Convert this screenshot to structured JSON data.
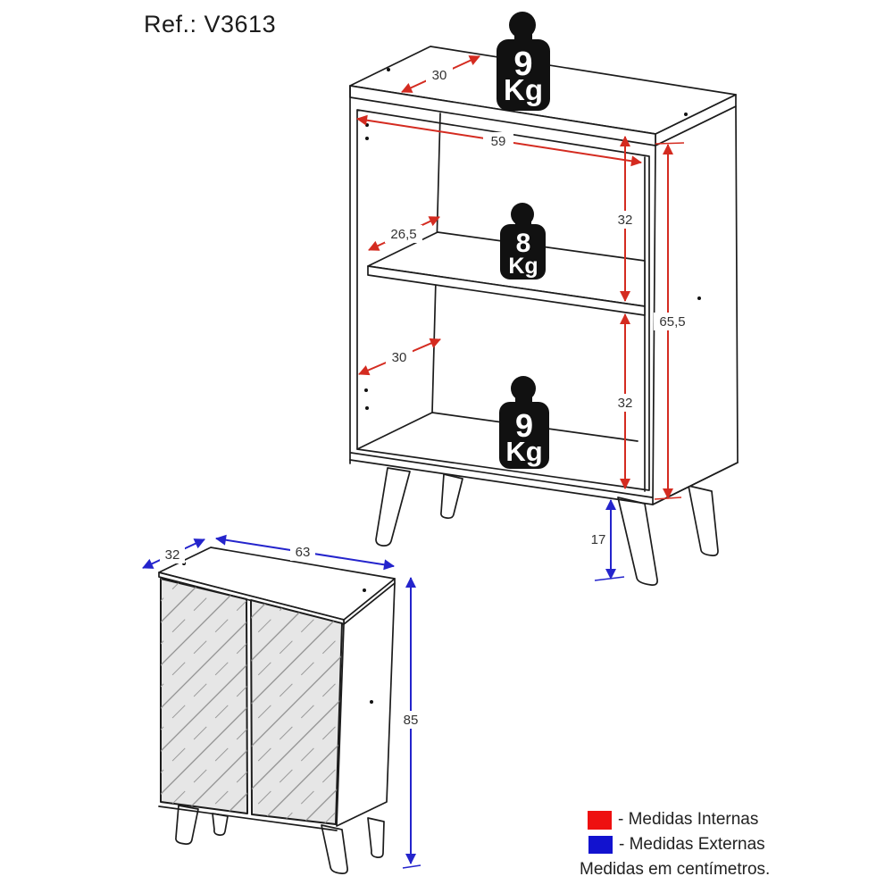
{
  "header": {
    "ref_label": "Ref.: V3613"
  },
  "diagram": {
    "open_cabinet": {
      "weights": [
        {
          "value": "9",
          "unit": "Kg"
        },
        {
          "value": "8",
          "unit": "Kg"
        },
        {
          "value": "9",
          "unit": "Kg"
        }
      ],
      "internal_dimensions": {
        "top_depth": "30",
        "inner_width": "59",
        "shelf_depth": "26,5",
        "upper_section_height": "32",
        "lower_depth": "30",
        "lower_section_height": "32",
        "inner_height": "65,5"
      },
      "leg_height": "17"
    },
    "closed_cabinet": {
      "external_dimensions": {
        "depth": "32",
        "width": "63",
        "height": "85"
      }
    }
  },
  "legend": {
    "items": [
      {
        "color": "#ee1010",
        "label": "- Medidas Internas"
      },
      {
        "color": "#1212cf",
        "label": "- Medidas Externas"
      }
    ],
    "note": "Medidas em centímetros."
  },
  "colors": {
    "internal_arrow": "#d42b20",
    "external_arrow": "#2424cc",
    "outline": "#1c1c1c",
    "mirror_fill": "#e6e6e6"
  }
}
